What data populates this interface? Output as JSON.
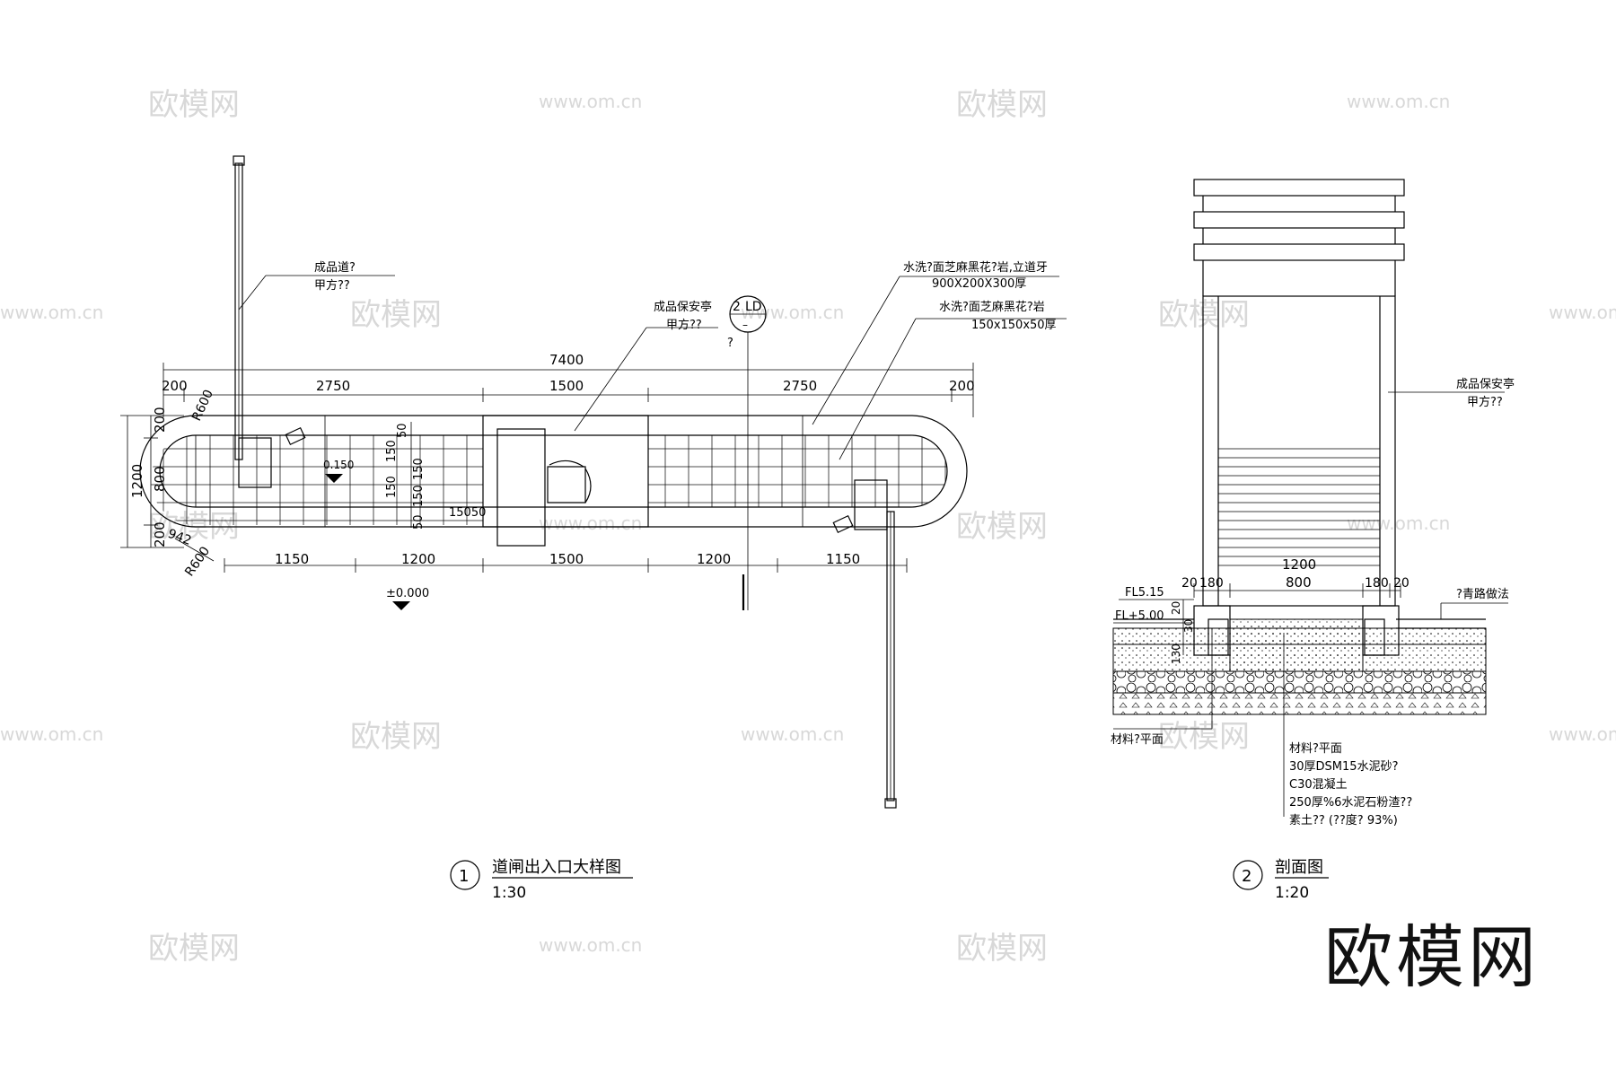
{
  "watermark": {
    "brand": "欧模网",
    "url": "www.om.cn"
  },
  "logo_text": "欧模网",
  "plan": {
    "title": "道闸出入口大样图",
    "number": "1",
    "scale": "1:30",
    "note_gate_1": "成品道?",
    "note_gate_2": "甲方??",
    "note_booth_1": "成品保安亭",
    "note_booth_2": "甲方??",
    "note_curb_1": "水洗?面芝麻黑花?岩,立道牙",
    "note_curb_2": "900X200X300厚",
    "note_paver_1": "水洗?面芝麻黑花?岩",
    "note_paver_2": "150x150x50厚",
    "section_mark_num": "2",
    "section_mark_sheet": "LD",
    "section_mark_dash": "–",
    "section_mark_q": "?",
    "dims_top": {
      "total": "7400",
      "a": "200",
      "b": "2750",
      "c": "1500",
      "d": "2750",
      "e": "200"
    },
    "dims_bottom": {
      "a": "1150",
      "b": "1200",
      "c": "1500",
      "d": "1200",
      "e": "1150"
    },
    "dims_left": {
      "total": "1200",
      "a": "200",
      "b": "800",
      "c": "200"
    },
    "radius_top": "R600",
    "radius_bottom": "R600",
    "radius_extra": "942",
    "inner_dims": {
      "v1": "50",
      "v2": "150",
      "v3": "150",
      "v4": "150",
      "v5": "150",
      "v6": "50",
      "h": "15050"
    },
    "level_inner": "0.150",
    "level_road": "±0.000"
  },
  "section": {
    "title": "剖面图",
    "number": "2",
    "scale": "1:20",
    "booth_note_1": "成品保安亭",
    "booth_note_2": "甲方??",
    "paving_note": "?青路做法",
    "dim_total": "1200",
    "dim_a": "20",
    "dim_b": "180",
    "dim_c": "800",
    "dim_d": "180",
    "dim_e": "20",
    "fl1": "FL5.15",
    "fl2": "FL+5.00",
    "vdim_1": "20",
    "vdim_2": "30",
    "vdim_3": "130",
    "layers_label": "材料?平面",
    "layers": [
      "材料?平面",
      "30厚DSM15水泥砂?",
      "C30混凝土",
      "250厚%6水泥石粉渣??",
      "素土?? (??度? 93%)"
    ]
  }
}
